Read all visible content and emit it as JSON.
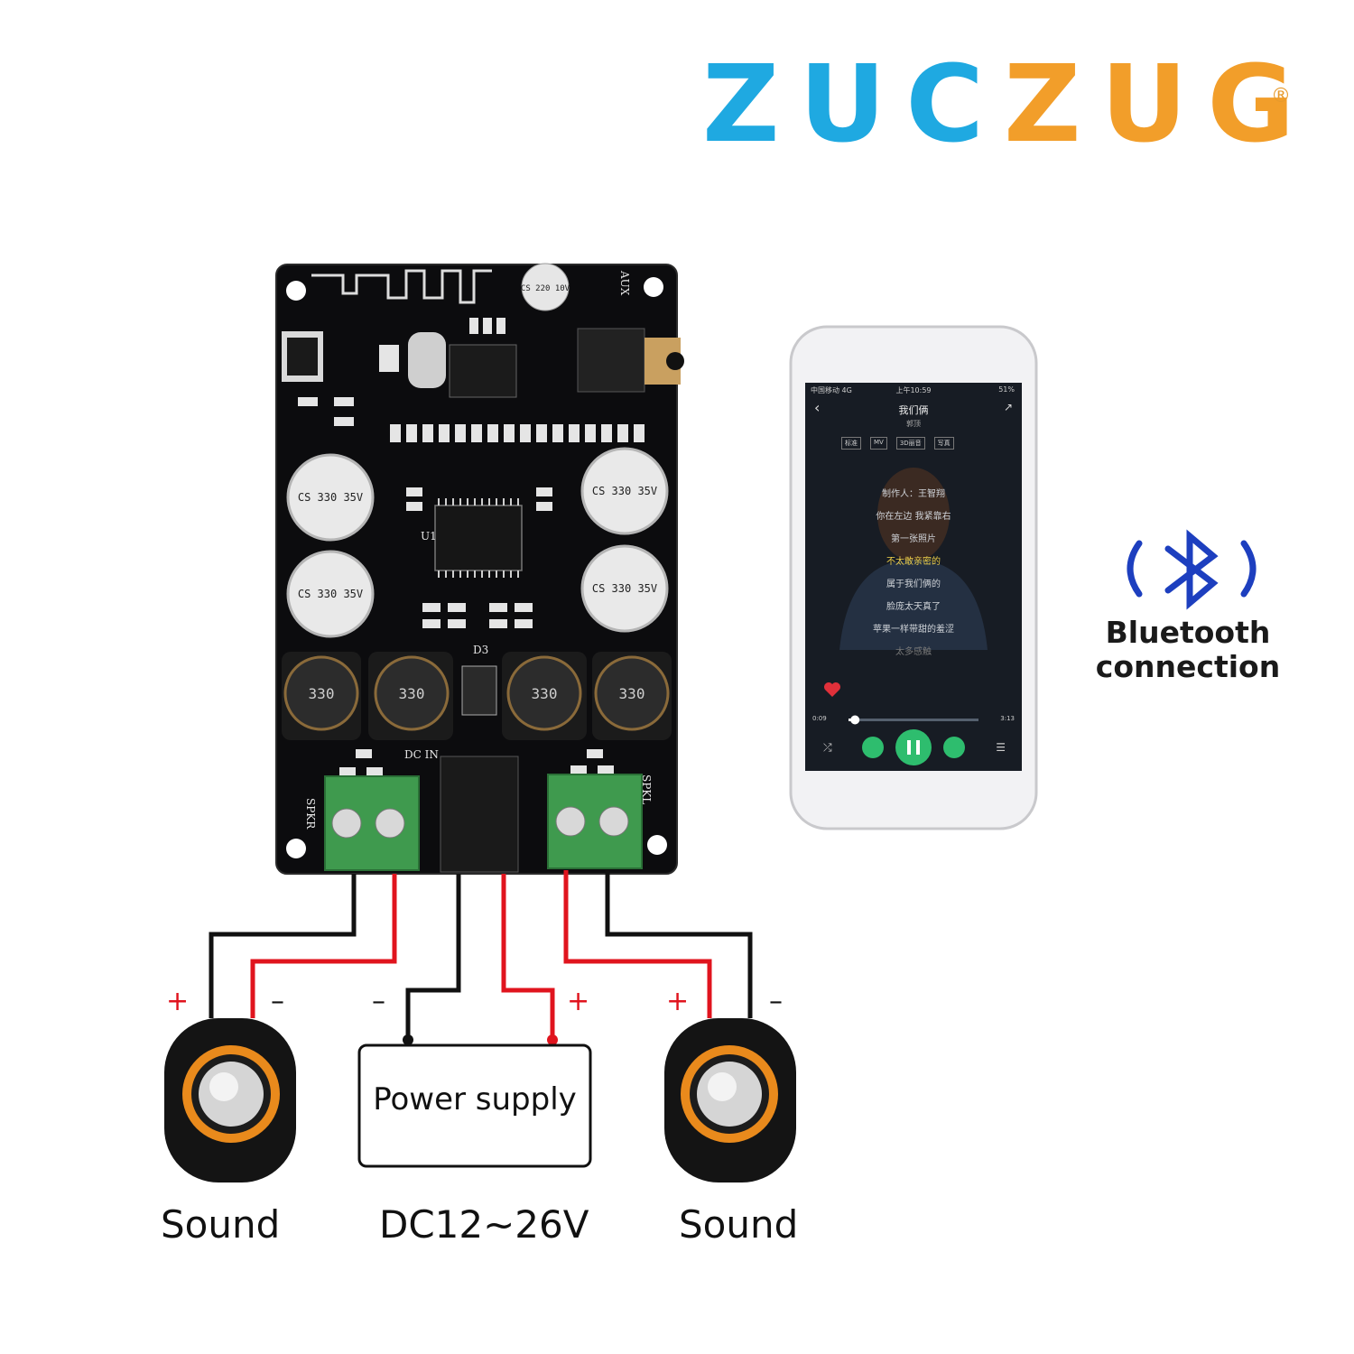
{
  "brand": {
    "part1": "ZUC",
    "part2": "ZUG",
    "registered": "®",
    "color_primary": "#1fa9e1",
    "color_secondary": "#f29e2a"
  },
  "board": {
    "markings": {
      "cap_small": "CS 220 10V",
      "cap_large": "CS 330 35V",
      "inductor": "330",
      "dc_in": "DC IN",
      "spk_right": "SPKR",
      "spk_left": "SPKL",
      "aux": "AUX",
      "chip": "U1",
      "diode": "D3"
    }
  },
  "phone": {
    "status_carrier": "中国移动 4G",
    "status_time": "上午10:59",
    "status_battery": "51%",
    "song_title": "我们俩",
    "artist": "郭顶",
    "chips": [
      "标准",
      "MV",
      "3D丽音",
      "写真"
    ],
    "lyrics": [
      "制作人：王智翔",
      "你在左边 我紧靠右",
      "第一张照片",
      "不太敢亲密的",
      "属于我们俩的",
      "脸庞太天真了",
      "苹果一样带甜的羞涩",
      "太多感触"
    ],
    "active_lyric_index": 3,
    "time_elapsed": "0:09",
    "time_total": "3:13",
    "progress": 0.05
  },
  "bluetooth": {
    "label_line1": "Bluetooth",
    "label_line2": "connection",
    "color": "#1d3fbf"
  },
  "wiring": {
    "plus": "+",
    "minus": "–",
    "power_supply": "Power supply",
    "voltage": "DC12~26V",
    "sound_left": "Sound",
    "sound_right": "Sound",
    "wire_red": "#e0141e",
    "wire_black": "#111111"
  }
}
